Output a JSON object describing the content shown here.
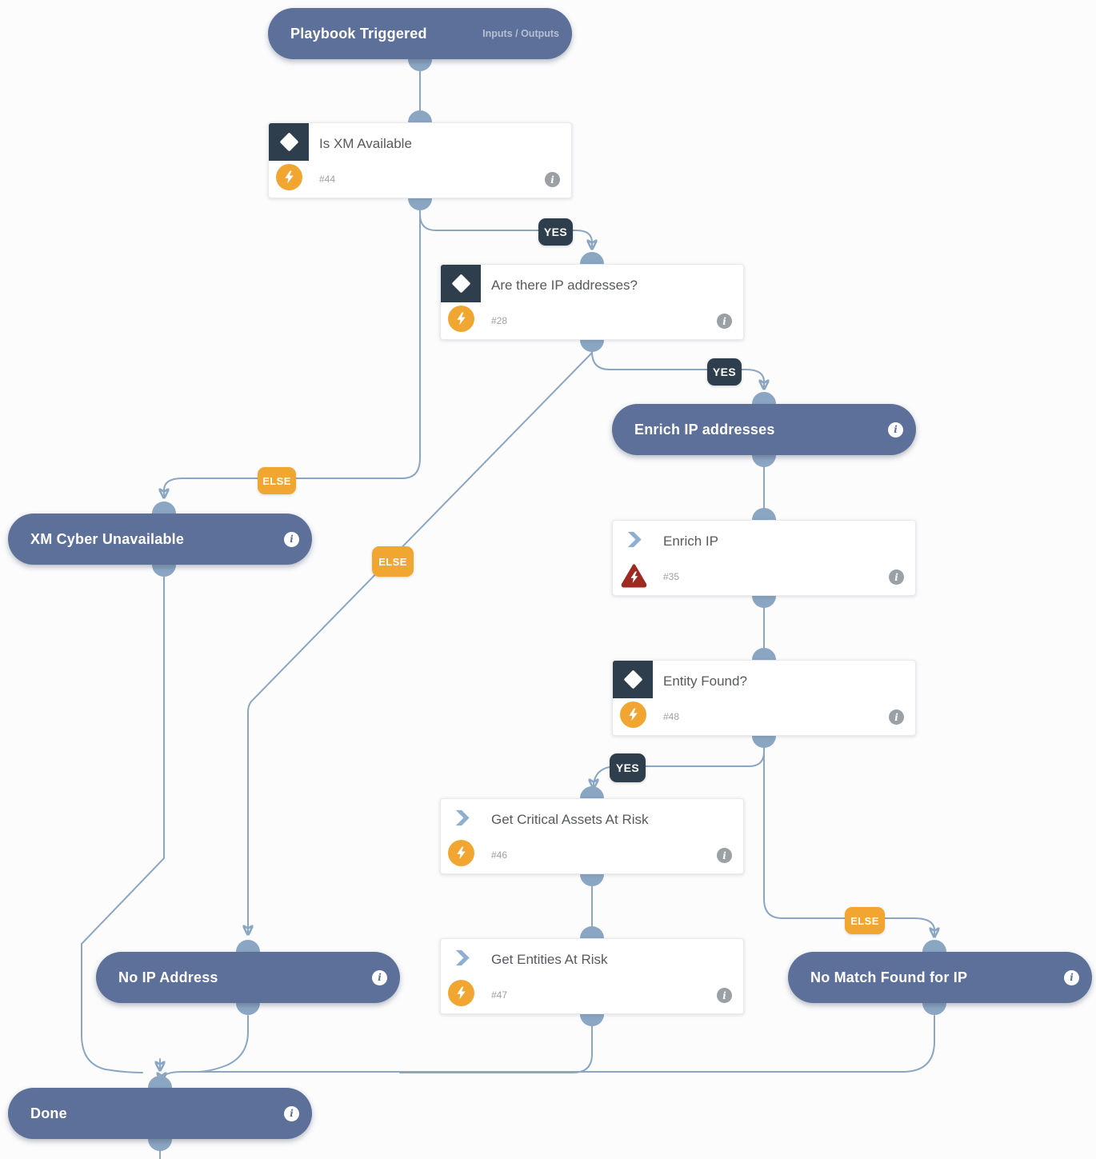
{
  "badges": {
    "yes": "YES",
    "else": "ELSE"
  },
  "icons": {
    "info_glyph": "i"
  },
  "colors": {
    "pill": "#5d7099",
    "dark_navy": "#2f3e4d",
    "accent_orange": "#f0a630",
    "error_red": "#9e2a21",
    "connector": "#8ba6c3"
  },
  "nodes": {
    "playbook_triggered": {
      "title": "Playbook Triggered",
      "link": "Inputs / Outputs"
    },
    "is_xm_available": {
      "title": "Is XM Available",
      "id": "#44"
    },
    "are_there_ip": {
      "title": "Are there IP addresses?",
      "id": "#28"
    },
    "enrich_ip_addresses": {
      "title": "Enrich IP addresses"
    },
    "enrich_ip": {
      "title": "Enrich IP",
      "id": "#35"
    },
    "entity_found": {
      "title": "Entity Found?",
      "id": "#48"
    },
    "get_critical_assets": {
      "title": "Get Critical Assets At Risk",
      "id": "#46"
    },
    "get_entities_at_risk": {
      "title": "Get Entities At Risk",
      "id": "#47"
    },
    "xm_cyber_unavailable": {
      "title": "XM Cyber Unavailable"
    },
    "no_ip_address": {
      "title": "No IP Address"
    },
    "no_match_found": {
      "title": "No Match Found for IP"
    },
    "done": {
      "title": "Done"
    }
  }
}
